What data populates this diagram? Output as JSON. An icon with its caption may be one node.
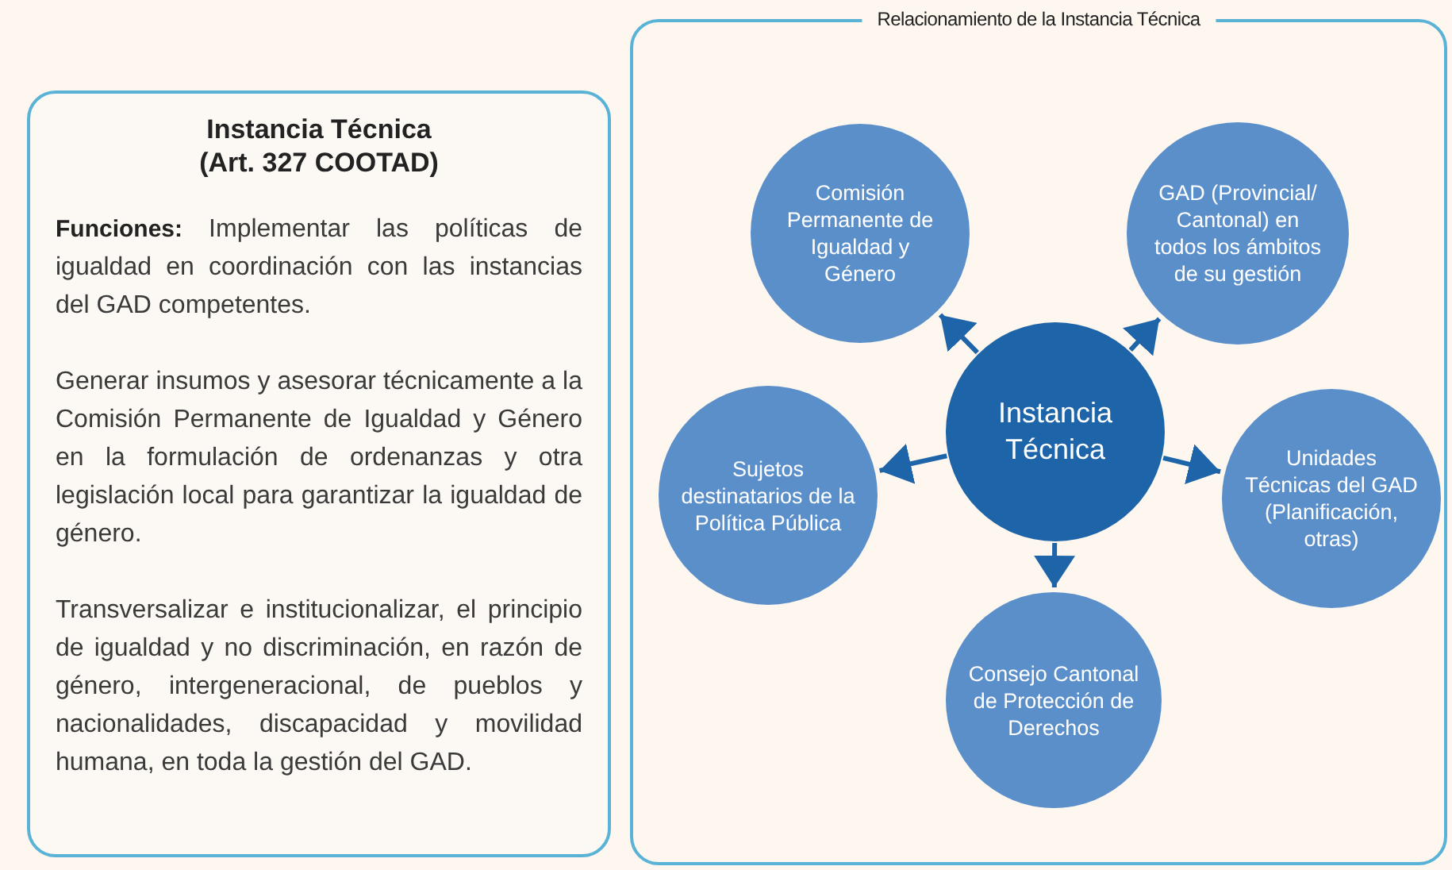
{
  "diagram": {
    "nodes": [
      {
        "text": [
          "Instancia Técnica (Art. 327 COOTAD)",
          "**Funciones:** Implementar las políticas de igualdad en coordinación con las instancias del GAD competentes.",
          "Generar insumos y asesorar técnicamente a la Comisión Permanente de Igualdad y Género en la formulación de ordenanzas y otra legislación local para garantizar la igualdad de género.",
          "Transversalizar e institucionalizar, el principio de igualdad y no discriminación, en razón de género, intergeneracional, de pueblos y nacionalidades, discapacidad y movilidad humana, en toda la gestión del GAD."
        ]
      },
      {
        "text": [
          "Relacionamiento de la Instancia Técnica"
        ]
      },
      {
        "text": [
          "Comisión Permanente de Igualdad y Género"
        ],
        "in": 1
      },
      {
        "text": [
          "GAD (Provincial/ Cantonal) en todos los ámbitos de su gestión"
        ],
        "in": 1
      },
      {
        "text": [
          "Instancia Técnica"
        ],
        "in": 1
      },
      {
        "text": [
          "Sujetos destinatarios de la Política Pública"
        ],
        "in": 1
      },
      {
        "text": [
          "Unidades Técnicas del GAD (Planificación, otras)"
        ],
        "in": 1
      },
      {
        "text": [
          "Consejo Cantonal de Protección de Derechos"
        ],
        "in": 1
      }
    ],
    "edges": [
      {
        "from": 4,
        "to": 2,
        "arrow": "to"
      },
      {
        "from": 4,
        "to": 3,
        "arrow": "to"
      },
      {
        "from": 4,
        "to": 5,
        "arrow": "to"
      },
      {
        "from": 4,
        "to": 6,
        "arrow": "to"
      },
      {
        "from": 4,
        "to": 7,
        "arrow": "to"
      }
    ]
  }
}
